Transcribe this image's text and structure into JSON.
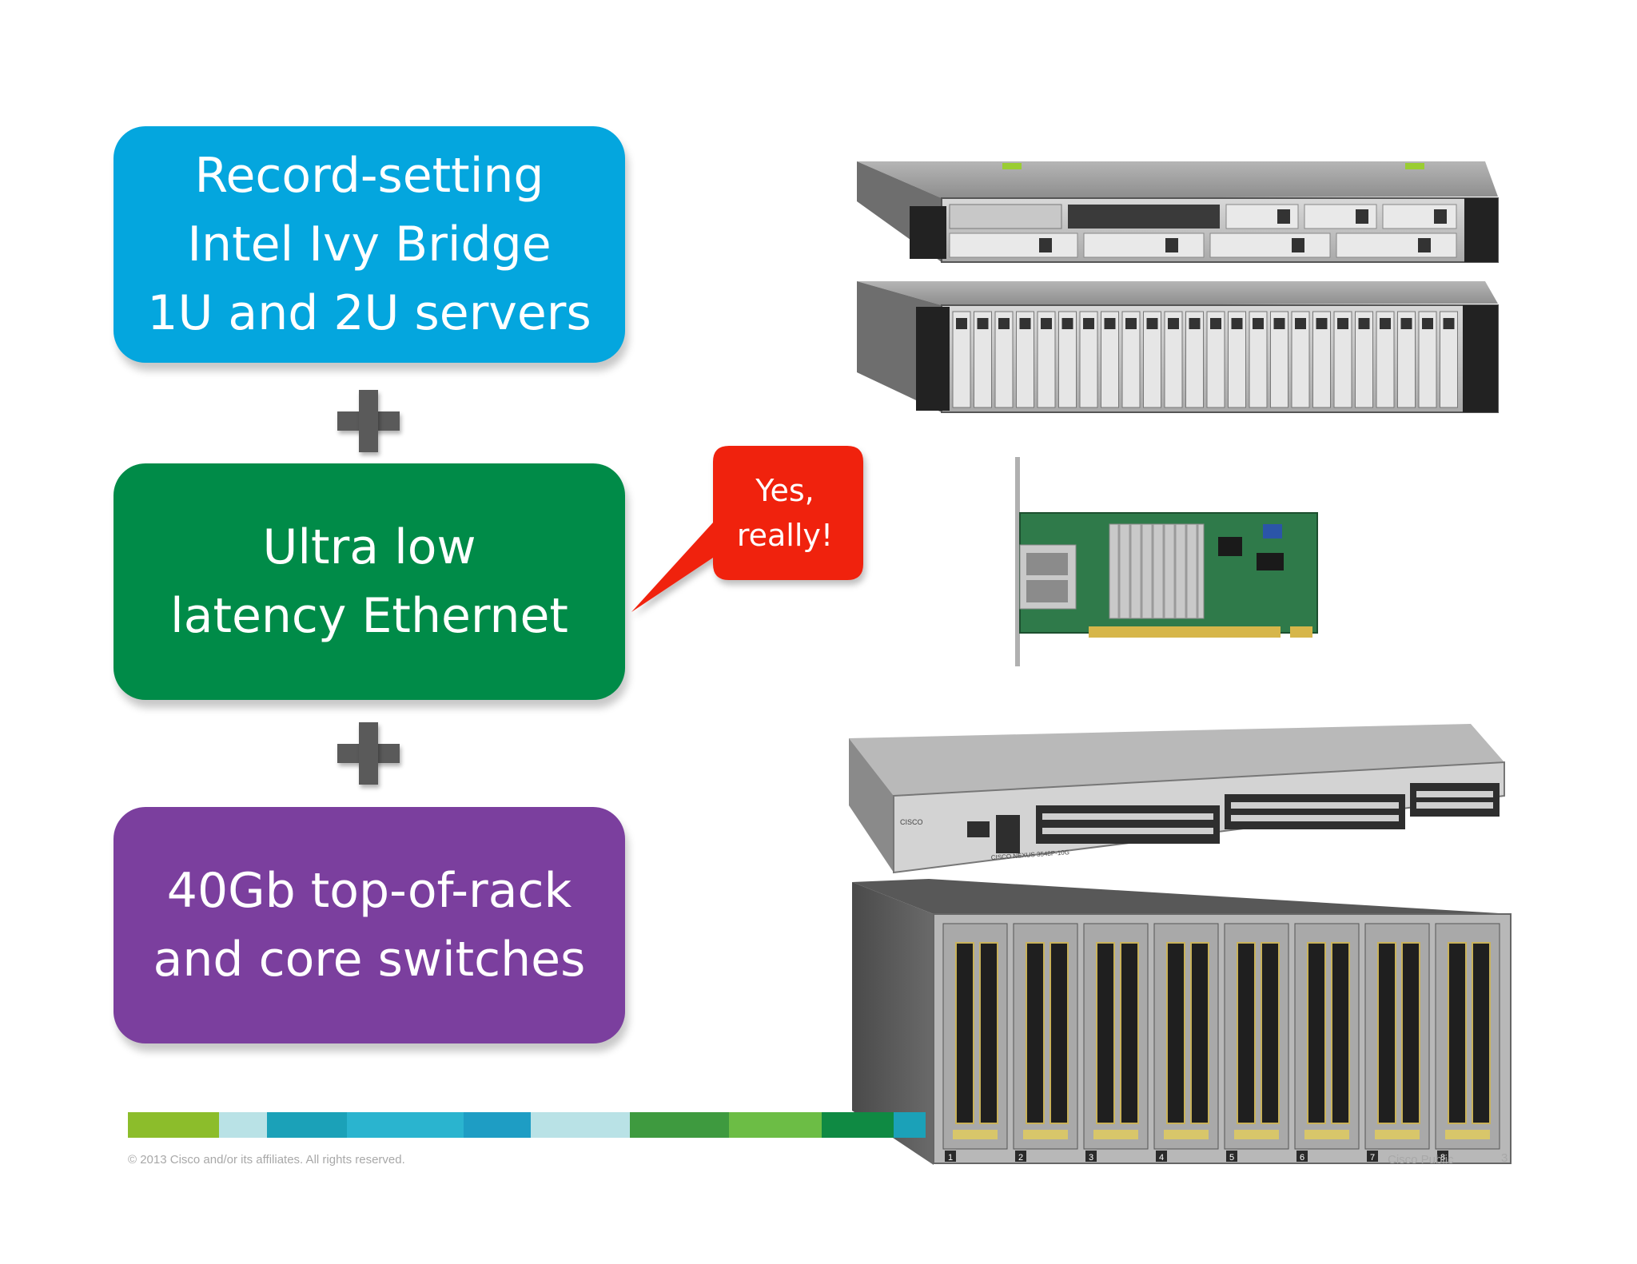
{
  "boxes": [
    {
      "lines": [
        "Record-setting",
        "Intel Ivy Bridge",
        "1U and 2U servers"
      ],
      "color": "#04a6de"
    },
    {
      "lines": [
        "Ultra low",
        "latency Ethernet"
      ],
      "color": "#008b48"
    },
    {
      "lines": [
        "40Gb top-of-rack",
        "and core switches"
      ],
      "color": "#7b3f9e"
    }
  ],
  "callout": {
    "lines": [
      "Yes,",
      "really!"
    ],
    "color": "#f0200e"
  },
  "footer": {
    "copyright": "© 2013 Cisco and/or its affiliates. All rights reserved.",
    "classification": "Cisco Public",
    "page_number": "3"
  },
  "hardware": {
    "brand": "CISCO",
    "switch_model": "CISCO NEXUS 3548P-10G",
    "module_slots": [
      "1",
      "2",
      "3",
      "4",
      "5",
      "6",
      "7",
      "8"
    ]
  },
  "stripe_colors": [
    "#8cbd2b",
    "#b9e2e6",
    "#1ba1b8",
    "#2ab4cf",
    "#1e9dc4",
    "#b9e2e6",
    "#3e9a3f",
    "#6cbd45",
    "#0f8a43",
    "#1ba1b8"
  ]
}
